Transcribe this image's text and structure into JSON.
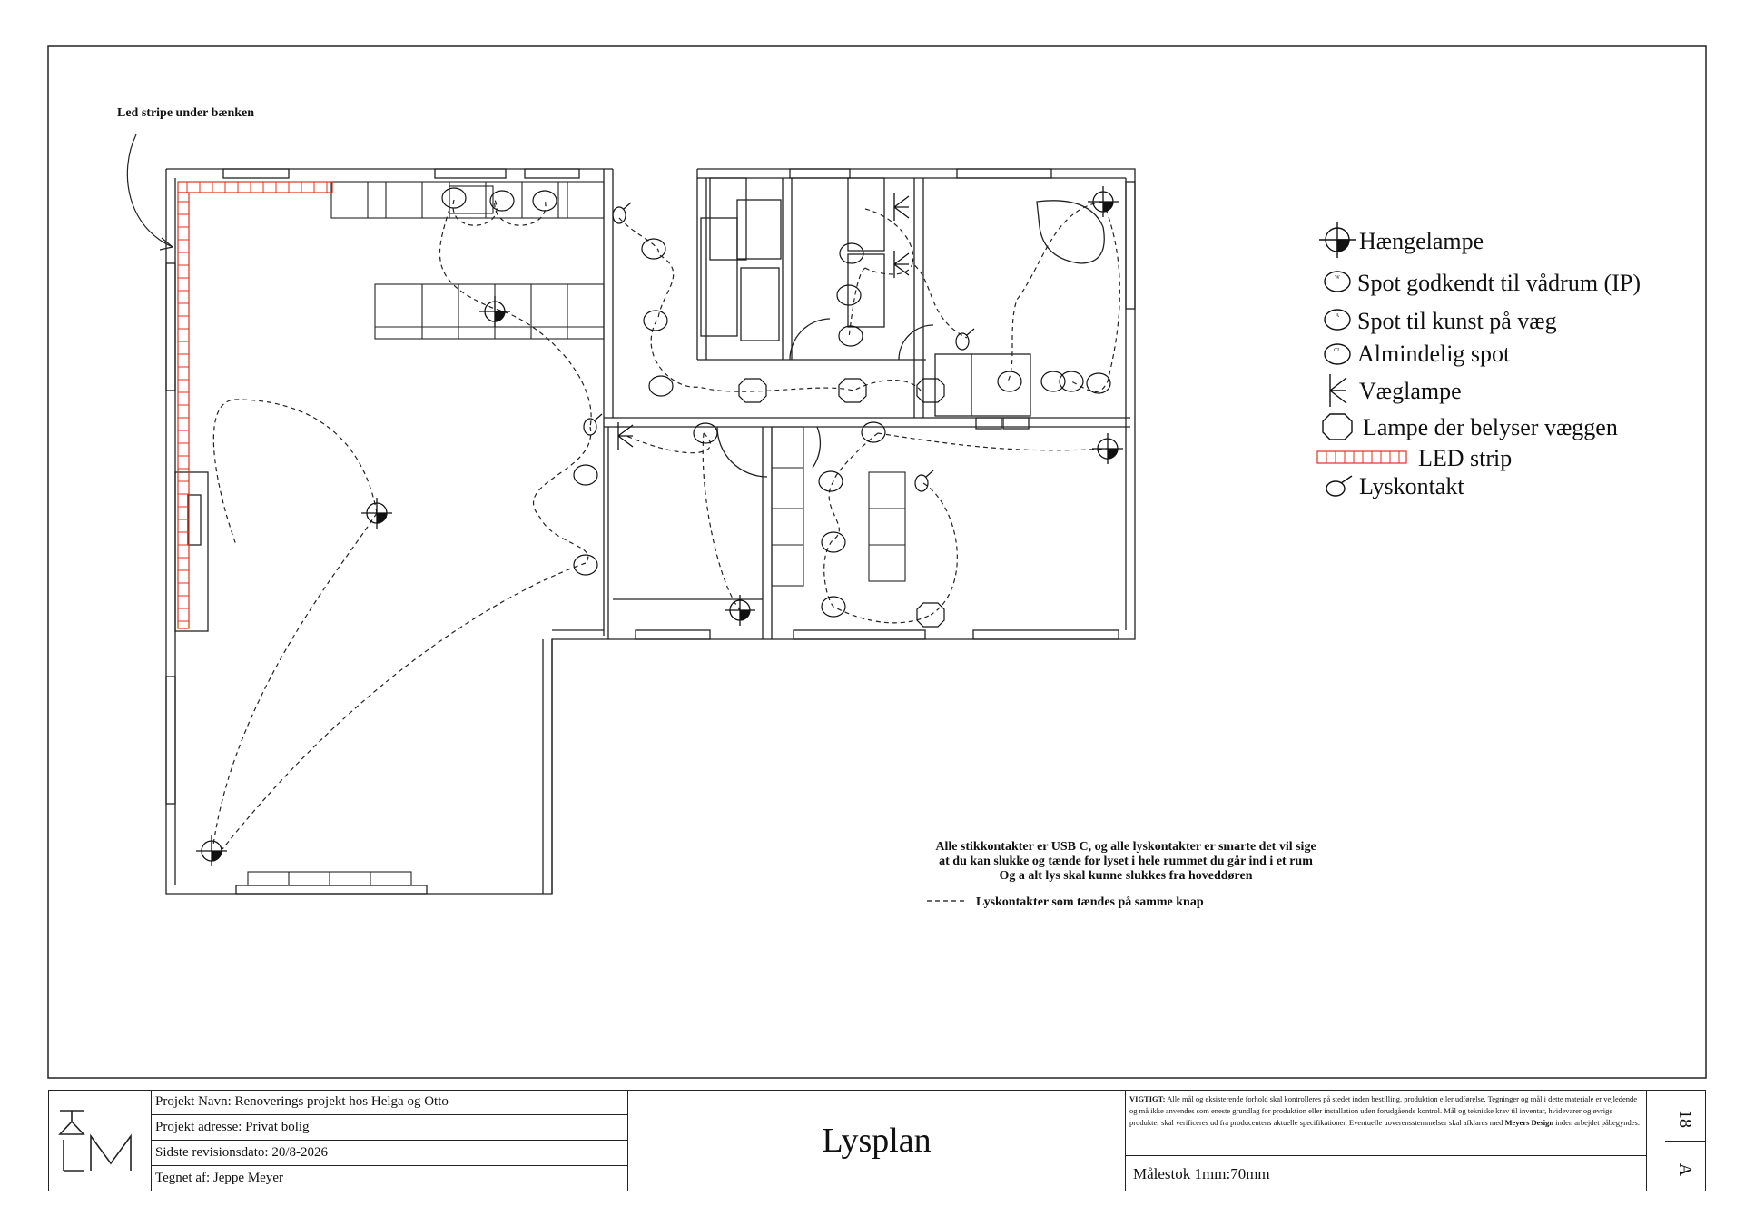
{
  "annotation": {
    "led_under_bench": "Led stripe under bænken"
  },
  "legend": {
    "items": [
      {
        "icon": "pendant-lamp-icon",
        "label": "Hængelampe"
      },
      {
        "icon": "wet-room-spot-icon",
        "label": "Spot godkendt til vådrum (IP)",
        "symbol_text": "W"
      },
      {
        "icon": "art-spot-icon",
        "label": "Spot til kunst på væg",
        "symbol_text": "A"
      },
      {
        "icon": "spot-icon",
        "label": "Almindelig spot",
        "symbol_text": "CL"
      },
      {
        "icon": "wall-lamp-icon",
        "label": "Væglampe"
      },
      {
        "icon": "wall-wash-lamp-icon",
        "label": "Lampe der belyser væggen"
      },
      {
        "icon": "led-strip-icon",
        "label": "LED strip"
      },
      {
        "icon": "light-switch-icon",
        "label": "Lyskontakt"
      }
    ]
  },
  "notes": {
    "line1": "Alle stikkontakter er USB C, og alle lyskontakter er smarte det vil sige",
    "line2": "at du kan slukke og tænde for lyset i hele rummet du går ind i et rum",
    "line3": "Og a alt lys skal kunne slukkes fra hoveddøren",
    "dash_legend": "Lyskontakter som tændes på samme knap"
  },
  "title_block": {
    "project_name": "Projekt Navn: Renoverings projekt hos Helga og Otto",
    "project_address": "Projekt adresse: Privat bolig",
    "revision_date": "Sidste revisionsdato: 20/8-2026",
    "drawn_by": "Tegnet af: Jeppe Meyer",
    "drawing_title": "Lysplan",
    "important_label": "VIGTIGT:",
    "important_text": "Alle mål og eksisterende forhold skal kontrolleres på stedet inden bestilling, produktion eller udførelse. Tegninger og mål i dette materiale er vejledende og må ikke anvendes som eneste grundlag for produktion eller installation uden forudgående kontrol. Mål og tekniske krav til inventar, hvidevarer og øvrige produkter skal verificeres ud fra producentens aktuelle specifikationer. Eventuelle uoverensstemmelser skal afklares med",
    "important_company": "Meyers Design",
    "important_tail": "inden arbejdet påbegyndes.",
    "scale": "Målestok 1mm:70mm",
    "sheet_number": "18",
    "sheet_size": "A"
  },
  "colors": {
    "led": "#e0301e",
    "ink": "#1a1a1a"
  }
}
